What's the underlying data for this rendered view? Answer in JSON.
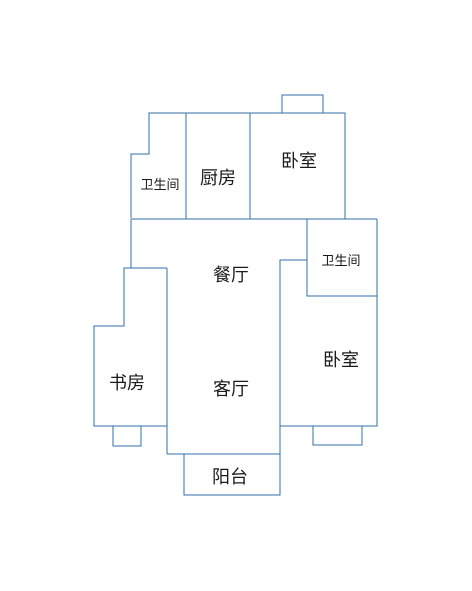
{
  "plan": {
    "rooms": {
      "bathroom_top": "卫生间",
      "kitchen": "厨房",
      "bedroom_top": "卧室",
      "bathroom_right": "卫生间",
      "dining": "餐厅",
      "study": "书房",
      "living": "客厅",
      "bedroom_right": "卧室",
      "balcony": "阳台"
    },
    "colors": {
      "wall_line": "#2f6fa8",
      "label_text": "#1a1a1a",
      "background": "#ffffff"
    }
  }
}
